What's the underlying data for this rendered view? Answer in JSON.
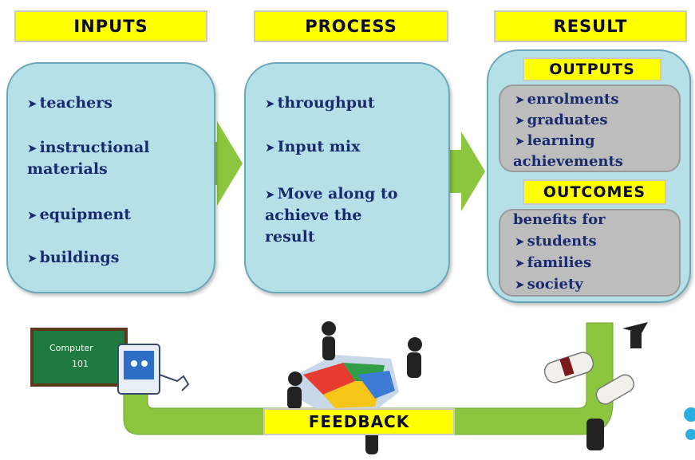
{
  "headers": {
    "inputs": "INPUTS",
    "process": "PROCESS",
    "result": "RESULT"
  },
  "inputs": {
    "items": [
      "teachers",
      "instructional",
      "materials",
      "equipment",
      "buildings"
    ]
  },
  "process": {
    "items": [
      "throughput",
      "Input mix",
      "Move along to",
      "achieve the",
      "result"
    ]
  },
  "result": {
    "outputs_title": "OUTPUTS",
    "outputs_items": [
      "enrolments",
      "graduates",
      "learning",
      "achievements"
    ],
    "outcomes_title": "OUTCOMES",
    "outcomes_intro": "benefits for",
    "outcomes_items": [
      "students",
      "families",
      "society"
    ]
  },
  "feedback": "FEEDBACK",
  "colors": {
    "header_yellow": "#ffff00",
    "panel_blue": "#b5e0e8",
    "arrow_green": "#8cc63f",
    "text_navy": "#1a2a6e",
    "grey_box": "#bdbdbd"
  },
  "icons": [
    "chalkboard-icon",
    "computer-mascot-icon",
    "puzzle-team-icon",
    "graduate-diploma-icon"
  ]
}
